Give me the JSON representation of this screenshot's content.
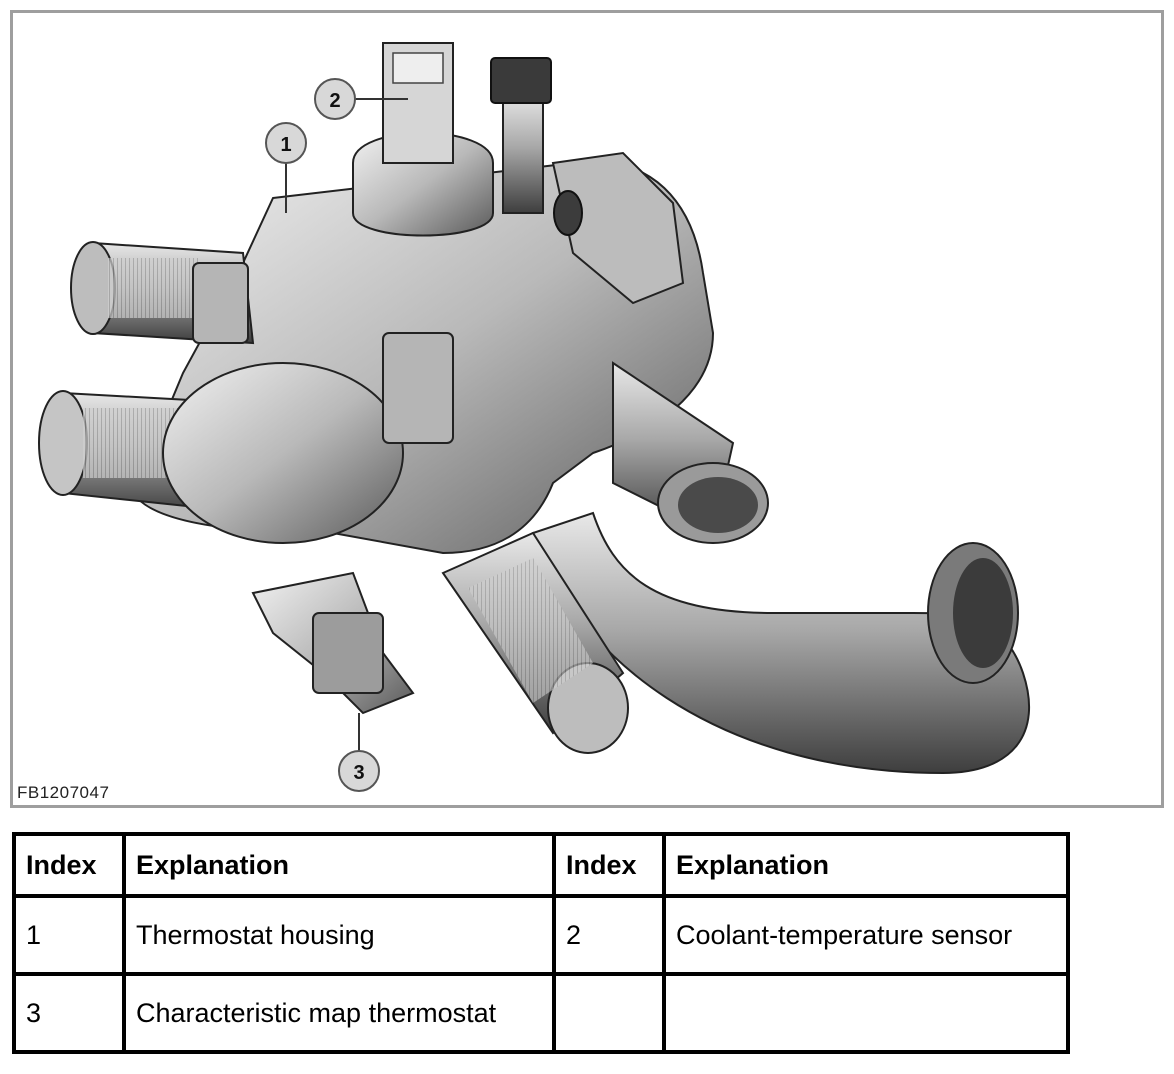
{
  "figure": {
    "id_label": "FB1207047",
    "callouts": [
      {
        "number": "1",
        "part": "thermostat-housing"
      },
      {
        "number": "2",
        "part": "coolant-temperature-sensor"
      },
      {
        "number": "3",
        "part": "characteristic-map-thermostat"
      }
    ]
  },
  "legend": {
    "headers": [
      "Index",
      "Explanation",
      "Index",
      "Explanation"
    ],
    "rows": [
      [
        "1",
        "Thermostat housing",
        "2",
        "Coolant-temperature sensor"
      ],
      [
        "3",
        "Characteristic map thermostat",
        "",
        ""
      ]
    ]
  }
}
